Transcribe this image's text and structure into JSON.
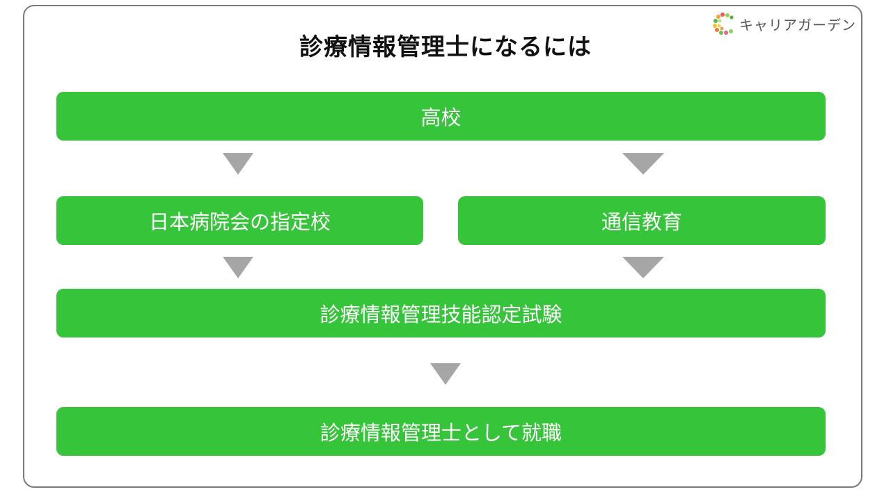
{
  "title": "診療情報管理士になるには",
  "brand": {
    "name": "キャリアガーデン",
    "icon": "brand-logo-icon"
  },
  "flow": {
    "step1": "高校",
    "step2_left": "日本病院会の指定校",
    "step2_right": "通信教育",
    "step3": "診療情報管理技能認定試験",
    "step4": "診療情報管理士として就職"
  },
  "colors": {
    "box": "#36c43a",
    "arrow": "#a6a6a6",
    "border": "#7a7a7a"
  }
}
